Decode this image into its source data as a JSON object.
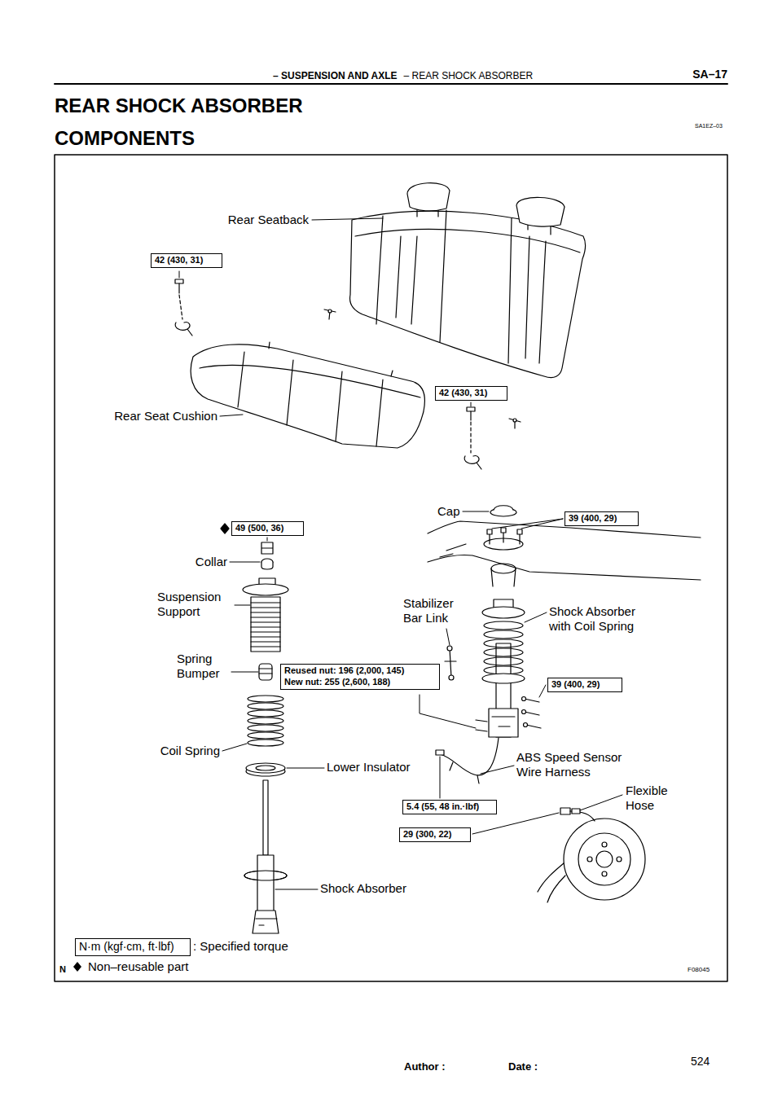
{
  "diagram": {
    "title": "REAR SHOCK ABSORBER",
    "nodes": [
      {
        "text": [
          "42 (430, 31)"
        ]
      },
      {
        "text": [
          "42 (430, 31)"
        ]
      },
      {
        "text": [
          "49 (500, 36)"
        ]
      },
      {
        "text": [
          "39 (400, 29)"
        ]
      },
      {
        "text": [
          "Reused nut: 196 (2,000, 145)",
          "New nut: 255 (2,600, 188)"
        ]
      },
      {
        "text": [
          "39 (400, 29)"
        ]
      },
      {
        "text": [
          "5.4 (55, 48 in.·lbf)"
        ]
      },
      {
        "text": [
          "29 (300, 22)"
        ]
      },
      {
        "text": [
          "N·m (kgf·cm, ft·lbf)"
        ]
      }
    ],
    "labels": [
      "– SUSPENSION AND AXLE",
      "– REAR SHOCK ABSORBER",
      "SA–17",
      "COMPONENTS",
      "SA1EZ–03",
      "Rear Seatback",
      "Rear Seat Cushion",
      "Cap",
      "Collar",
      "Suspension Support",
      "Stabilizer Bar Link",
      "Shock Absorber with Coil Spring",
      "Spring Bumper",
      "Coil Spring",
      "Lower Insulator",
      "ABS Speed Sensor Wire Harness",
      "Flexible Hose",
      "Shock Absorber",
      ": Specified torque",
      "N",
      "F08045",
      "Author :",
      "Date :",
      "524"
    ],
    "legend": [
      {
        "text": "Non–reusable part"
      }
    ]
  }
}
